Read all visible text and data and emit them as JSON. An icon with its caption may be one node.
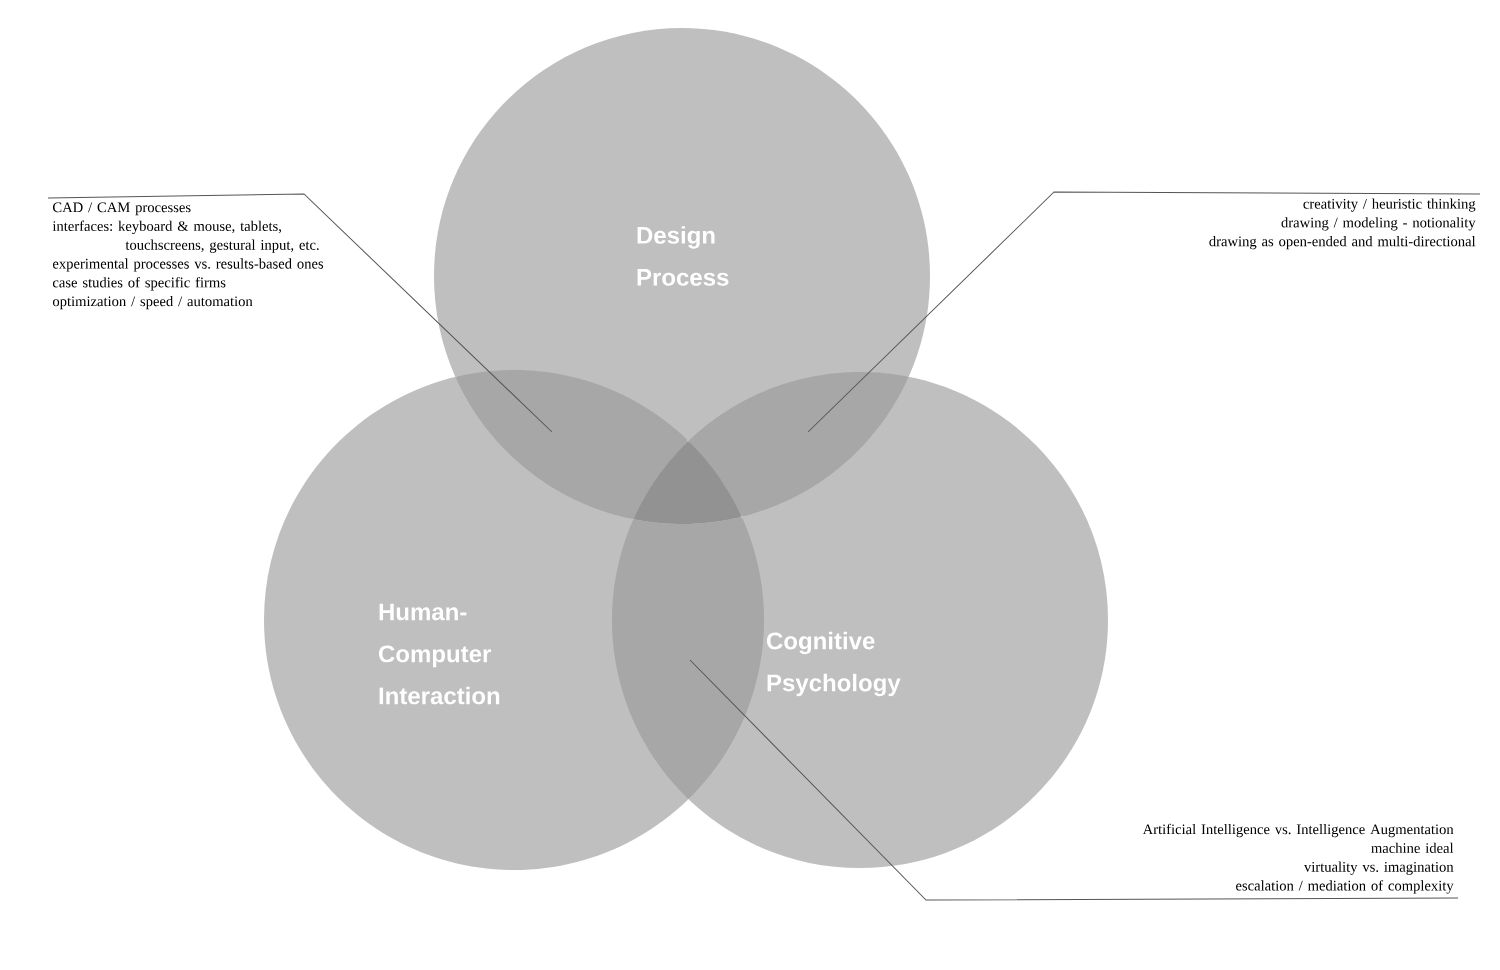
{
  "diagram": {
    "nodes": [
      {
        "text": [
          "Design Process"
        ]
      },
      {
        "text": [
          "Human-Computer Interaction"
        ]
      },
      {
        "text": [
          "Cognitive Psychology"
        ]
      },
      {
        "text": [
          "CAD / CAM processes",
          "interfaces: keyboard & mouse, tablets, touchscreens, gestural input, etc.",
          "experimental processes vs. results-based ones",
          "case studies of specific firms",
          "optimization / speed / automation"
        ]
      },
      {
        "text": [
          "creativity / heuristic thinking",
          "drawing / modeling - notionality",
          "drawing as open-ended and multi-directional"
        ]
      },
      {
        "text": [
          "Artificial Intelligence vs. Intelligence Augmentation",
          "machine ideal",
          "virtuality vs. imagination",
          "escalation / mediation of complexity"
        ]
      },
      {
        "text": [],
        "shape": "lens"
      },
      {
        "text": [],
        "shape": "lens"
      },
      {
        "text": [],
        "shape": "lens"
      },
      {
        "text": [],
        "shape": "lens"
      }
    ],
    "edges": [
      {
        "from": 3,
        "to": 6,
        "arrow": "none"
      },
      {
        "from": 4,
        "to": 7,
        "arrow": "none"
      },
      {
        "from": 5,
        "to": 9,
        "arrow": "none"
      }
    ]
  }
}
